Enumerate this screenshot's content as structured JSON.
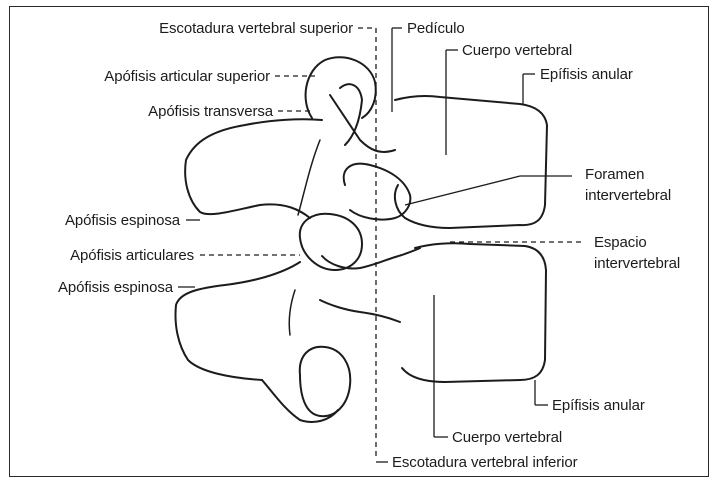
{
  "labels": {
    "escotadura_superior": "Escotadura vertebral superior",
    "pediculo": "Pedículo",
    "cuerpo_vertebral_top": "Cuerpo vertebral",
    "apofisis_articular_superior": "Apófisis articular superior",
    "epifisis_anular_top": "Epífisis anular",
    "apofisis_transversa": "Apófisis transversa",
    "foramen_line1": "Foramen",
    "foramen_line2": "intervertebral",
    "apofisis_espinosa_top": "Apófisis espinosa",
    "apofisis_articulares": "Apófisis articulares",
    "espacio_line1": "Espacio",
    "espacio_line2": "intervertebral",
    "apofisis_espinosa_bottom": "Apófisis espinosa",
    "epifisis_anular_bottom": "Epífisis anular",
    "cuerpo_vertebral_bottom": "Cuerpo vertebral",
    "escotadura_inferior": "Escotadura vertebral inferior"
  }
}
